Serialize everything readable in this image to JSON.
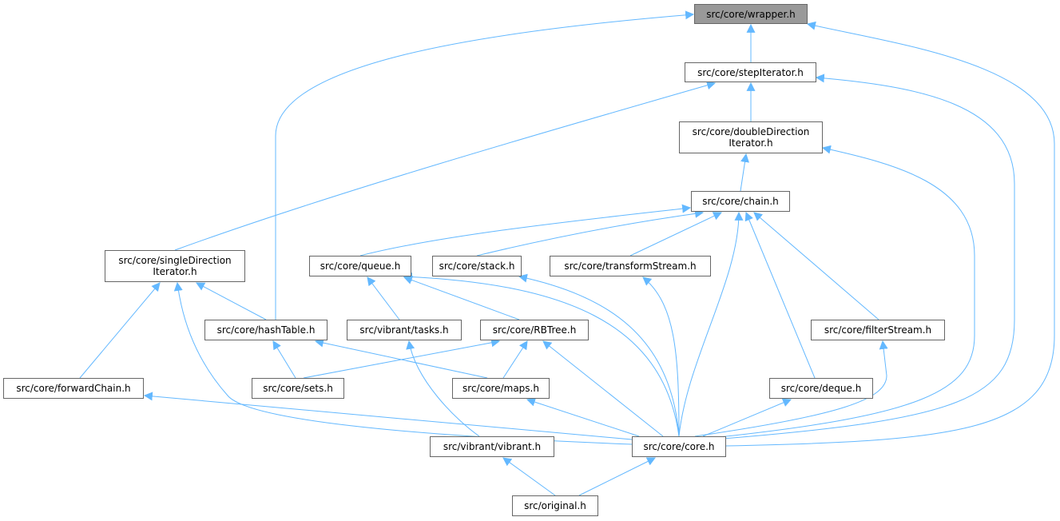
{
  "graph": {
    "nodes": {
      "wrapper": "src/core/wrapper.h",
      "stepIterator": "src/core/stepIterator.h",
      "doubleDirection": "src/core/doubleDirection\nIterator.h",
      "chain": "src/core/chain.h",
      "singleDirection": "src/core/singleDirection\nIterator.h",
      "queue": "src/core/queue.h",
      "stack": "src/core/stack.h",
      "transformStream": "src/core/transformStream.h",
      "hashTable": "src/core/hashTable.h",
      "tasks": "src/vibrant/tasks.h",
      "RBTree": "src/core/RBTree.h",
      "filterStream": "src/core/filterStream.h",
      "forwardChain": "src/core/forwardChain.h",
      "sets": "src/core/sets.h",
      "maps": "src/core/maps.h",
      "deque": "src/core/deque.h",
      "vibrant": "src/vibrant/vibrant.h",
      "core": "src/core/core.h",
      "original": "src/original.h"
    },
    "edges": [
      [
        "stepIterator",
        "wrapper"
      ],
      [
        "hashTable",
        "wrapper"
      ],
      [
        "core",
        "wrapper"
      ],
      [
        "doubleDirection",
        "stepIterator"
      ],
      [
        "singleDirection",
        "stepIterator"
      ],
      [
        "core",
        "stepIterator"
      ],
      [
        "chain",
        "doubleDirection"
      ],
      [
        "core",
        "doubleDirection"
      ],
      [
        "queue",
        "chain"
      ],
      [
        "stack",
        "chain"
      ],
      [
        "transformStream",
        "chain"
      ],
      [
        "core",
        "chain"
      ],
      [
        "deque",
        "chain"
      ],
      [
        "filterStream",
        "chain"
      ],
      [
        "forwardChain",
        "singleDirection"
      ],
      [
        "hashTable",
        "singleDirection"
      ],
      [
        "core",
        "singleDirection"
      ],
      [
        "tasks",
        "queue"
      ],
      [
        "RBTree",
        "queue"
      ],
      [
        "core",
        "queue"
      ],
      [
        "core",
        "stack"
      ],
      [
        "core",
        "transformStream"
      ],
      [
        "sets",
        "hashTable"
      ],
      [
        "maps",
        "hashTable"
      ],
      [
        "sets",
        "RBTree"
      ],
      [
        "maps",
        "RBTree"
      ],
      [
        "core",
        "RBTree"
      ],
      [
        "vibrant",
        "tasks"
      ],
      [
        "core",
        "filterStream"
      ],
      [
        "core",
        "forwardChain"
      ],
      [
        "core",
        "maps"
      ],
      [
        "core",
        "deque"
      ],
      [
        "original",
        "vibrant"
      ],
      [
        "original",
        "core"
      ]
    ],
    "edge_color": "#63b8ff",
    "root_fill": "#999999"
  }
}
